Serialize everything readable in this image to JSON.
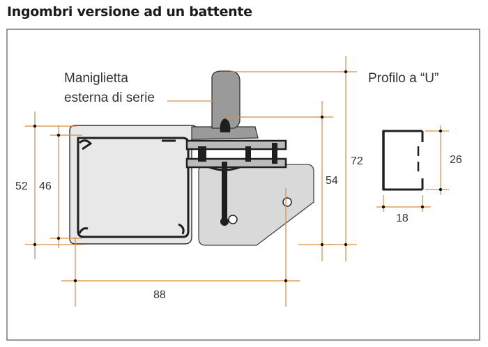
{
  "title": "Ingombri versione ad un battente",
  "labels": {
    "handle_line1": "Maniglietta",
    "handle_line2": "esterna di serie",
    "u_profile": "Profilo a “U”"
  },
  "dimensions": {
    "d52": "52",
    "d46": "46",
    "d54": "54",
    "d72": "72",
    "d88": "88",
    "d26": "26",
    "d18": "18"
  },
  "colors": {
    "frame": "#555555",
    "dim_line": "#d98c3f",
    "profile_fill": "#e5e5e5",
    "handle_fill": "#9a9a9a",
    "plate_fill": "#d9d9d9",
    "dark_profile": "#1f1f1f"
  }
}
